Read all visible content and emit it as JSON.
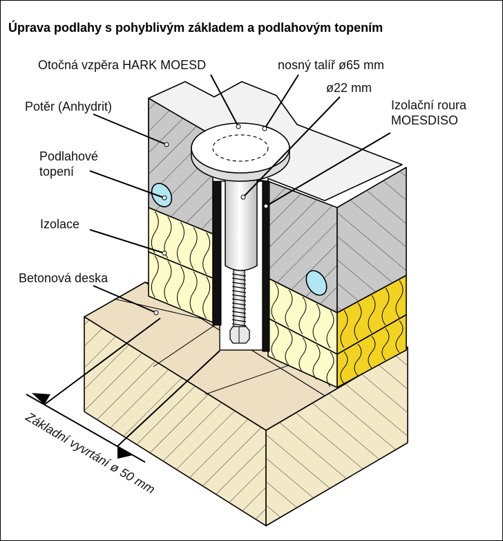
{
  "title": "Úprava podlahy s pohyblivým základem a podlahovým topením",
  "labels": {
    "support": "Otočná vzpěra HARK MOESD",
    "plate": "nosný talíř ø65 mm",
    "rod": "ø22 mm",
    "screed": "Potěr (Anhydrit)",
    "tube_line1": "Izolační roura",
    "tube_line2": "MOESDISO",
    "heating_line1": "Podlahové",
    "heating_line2": "topení",
    "insulation": "Izolace",
    "slab": "Betonová deska",
    "drill": "Základní vyvrtání ø 50 mm"
  },
  "colors": {
    "screed": "#c8c8c8",
    "screed_top": "#f2f2f2",
    "insulation": "#fdfbc8",
    "insulation_cut": "#f2d321",
    "slab_top": "#eedfc2",
    "slab_side": "#f3e9c6",
    "heating_pipe": "#b3e6f3",
    "tube": "#111111"
  }
}
